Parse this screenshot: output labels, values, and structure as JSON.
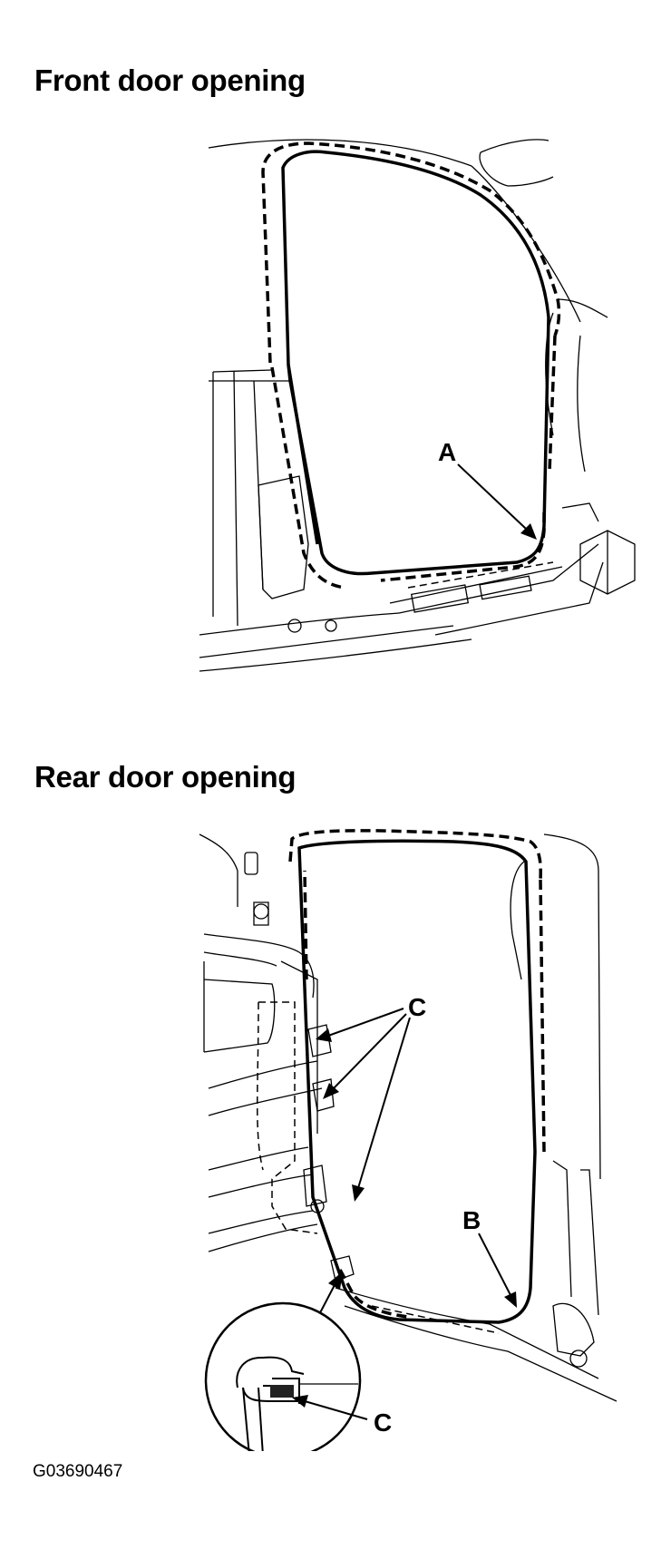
{
  "sections": [
    {
      "title": "Front door opening",
      "callouts": [
        "A"
      ]
    },
    {
      "title": "Rear door opening",
      "callouts": [
        "B",
        "C",
        "C"
      ]
    }
  ],
  "figure_id": "G03690467"
}
